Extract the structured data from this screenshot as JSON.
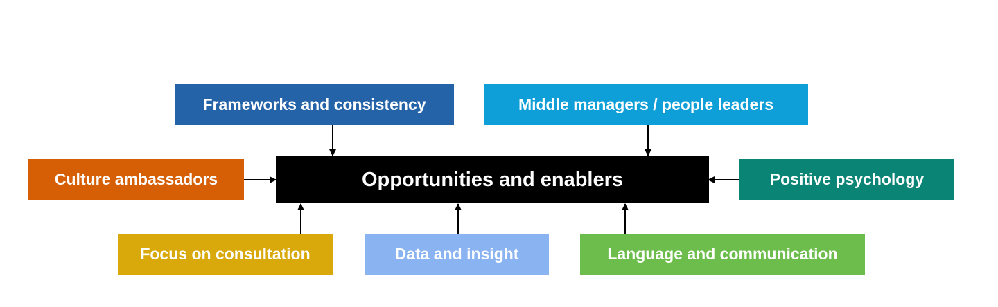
{
  "diagram": {
    "center": {
      "label": "Opportunities and enablers",
      "color": "#000000"
    },
    "nodes": [
      {
        "id": "frameworks",
        "label": "Frameworks and consistency",
        "color": "#2563a8"
      },
      {
        "id": "middle-managers",
        "label": "Middle managers / people leaders",
        "color": "#0e9fd8"
      },
      {
        "id": "culture",
        "label": "Culture ambassadors",
        "color": "#d65f06"
      },
      {
        "id": "positive",
        "label": "Positive psychology",
        "color": "#0a8475"
      },
      {
        "id": "consultation",
        "label": "Focus on consultation",
        "color": "#d9a80a"
      },
      {
        "id": "data",
        "label": "Data and insight",
        "color": "#8ab3f2"
      },
      {
        "id": "language",
        "label": "Language and communication",
        "color": "#6cbd4b"
      }
    ]
  }
}
